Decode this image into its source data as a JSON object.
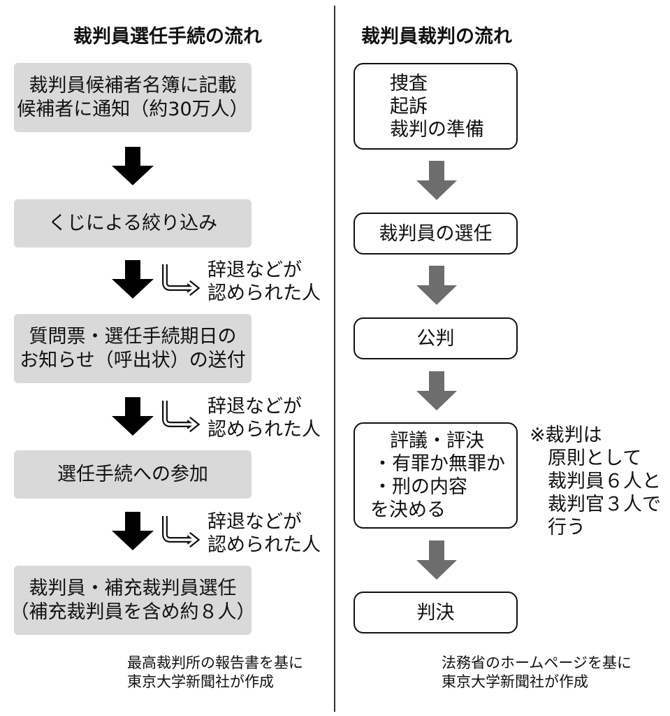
{
  "left": {
    "title": "裁判員選任手続の流れ",
    "steps": [
      {
        "line1": "裁判員候補者名簿に記載",
        "line2": "候補者に通知（約30万人）"
      },
      {
        "line1": "くじによる絞り込み"
      },
      {
        "line1": "質問票・選任手続期日の",
        "line2": "お知らせ（呼出状）の送付"
      },
      {
        "line1": "選任手続への参加"
      },
      {
        "line1": "裁判員・補充裁判員選任",
        "line2": "（補充裁判員を含め約８人）"
      }
    ],
    "excluded": {
      "line1": "辞退などが",
      "line2": "認められた人"
    },
    "credit": {
      "line1": "最高裁判所の報告書を基に",
      "line2": "東京大学新聞社が作成"
    }
  },
  "right": {
    "title": "裁判員裁判の流れ",
    "steps": [
      {
        "lines": [
          "捜査",
          "起訴",
          "裁判の準備"
        ]
      },
      {
        "lines": [
          "裁判員の選任"
        ]
      },
      {
        "lines": [
          "公判"
        ]
      },
      {
        "lines": [
          "評議・評決",
          "・有罪か無罪か",
          "・刑の内容",
          "を決める"
        ]
      },
      {
        "lines": [
          "判決"
        ]
      }
    ],
    "note": {
      "lines": [
        "※裁判は",
        "原則として",
        "裁判員６人と",
        "裁判官３人で",
        "行う"
      ]
    },
    "credit": {
      "line1": "法務省のホームページを基に",
      "line2": "東京大学新聞社が作成"
    }
  },
  "colors": {
    "left_box": "#d9d9d9",
    "left_arrow": "#000000",
    "right_arrow": "#6d6d6d",
    "divider": "#333333"
  }
}
